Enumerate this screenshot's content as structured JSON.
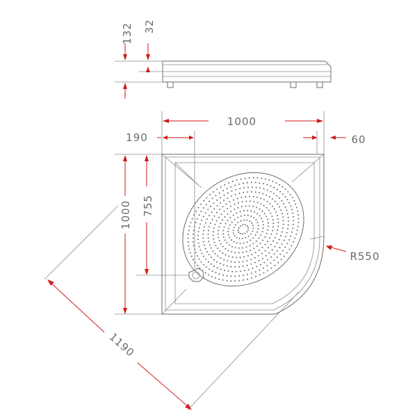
{
  "dimensions": {
    "total_height": "132",
    "base_height": "32",
    "width": "1000",
    "drain_offset_x": "190",
    "rim_offset": "60",
    "depth": "1000",
    "drain_offset_y": "755",
    "radius": "R550",
    "diagonal": "1190"
  },
  "colors": {
    "dimension_line": "#d11a1a",
    "outline": "#6b6b6b",
    "background": "#ffffff"
  }
}
